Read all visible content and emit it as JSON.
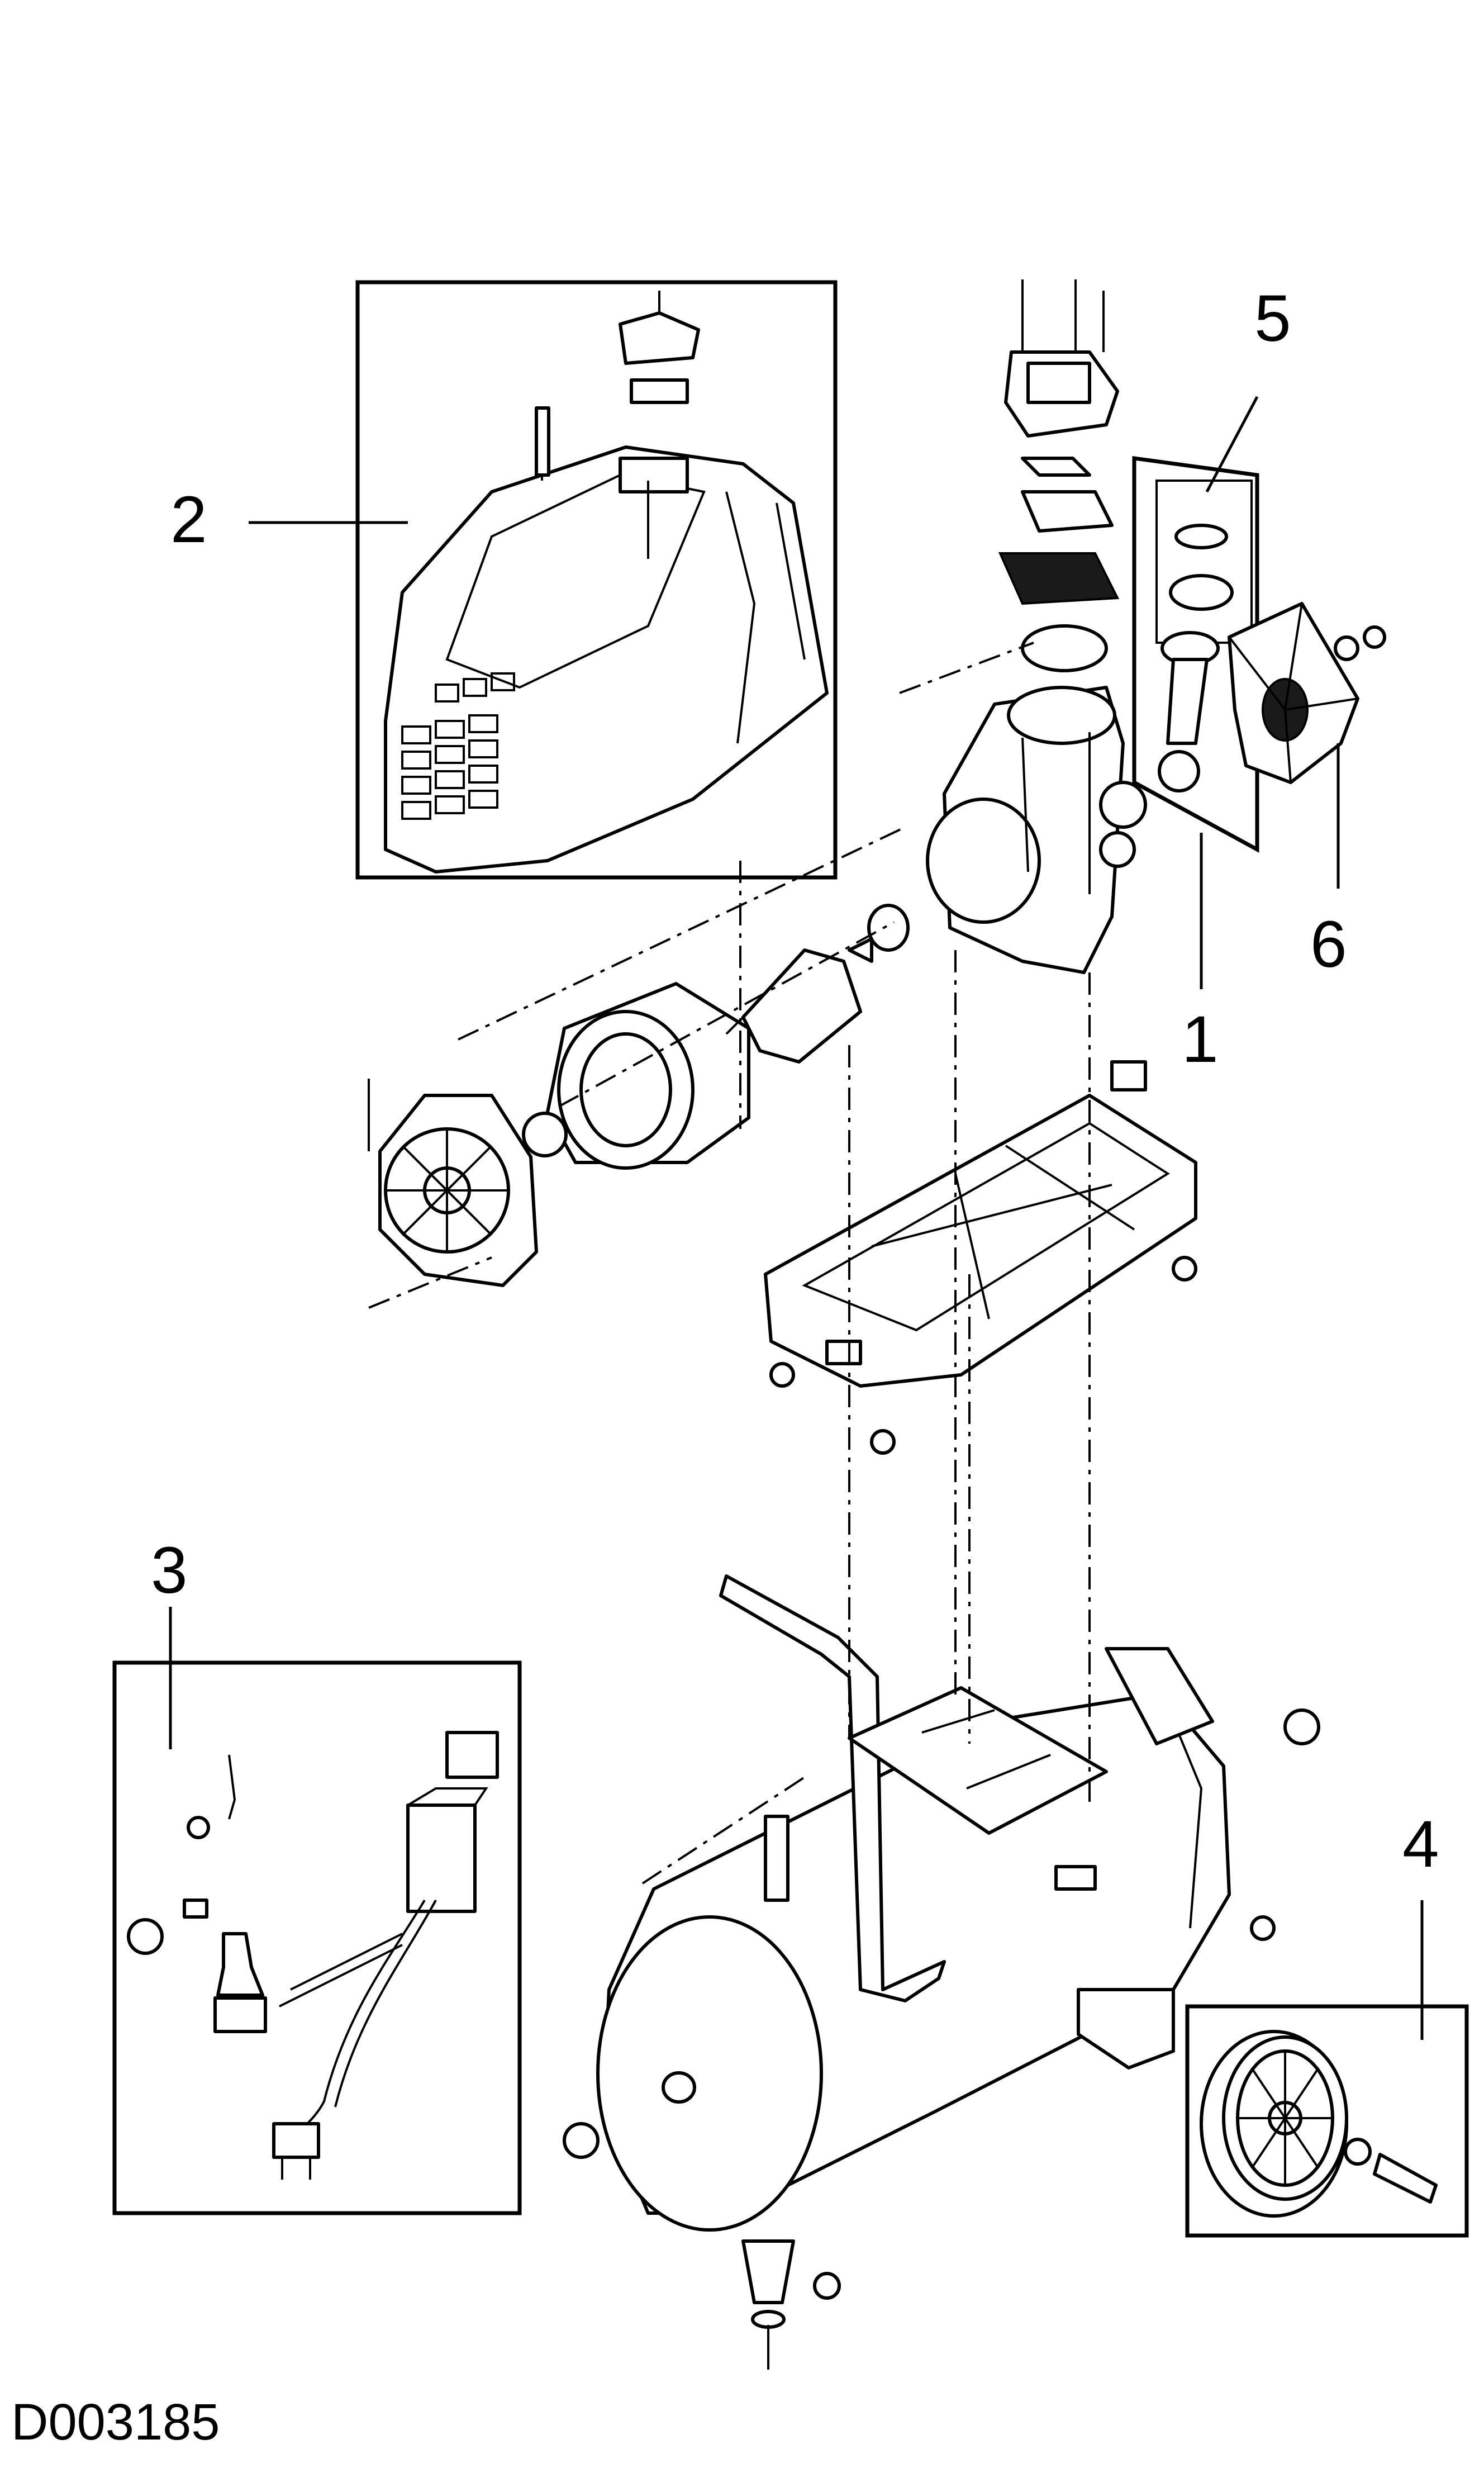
{
  "drawing": {
    "code": "D003185"
  },
  "callouts": [
    {
      "id": "1",
      "label": "1"
    },
    {
      "id": "2",
      "label": "2"
    },
    {
      "id": "3",
      "label": "3"
    },
    {
      "id": "4",
      "label": "4"
    },
    {
      "id": "5",
      "label": "5"
    },
    {
      "id": "6",
      "label": "6"
    }
  ],
  "colors": {
    "line": "#000000",
    "background": "#ffffff"
  }
}
